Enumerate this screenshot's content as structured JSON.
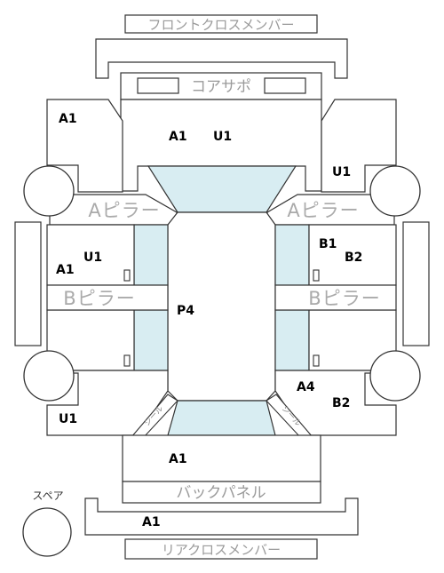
{
  "parts": {
    "front_cross_member": "フロントクロスメンバー",
    "core_support": "コアサポ",
    "a_pillar_left": "Aピラー",
    "a_pillar_right": "Aピラー",
    "b_pillar_left": "Bピラー",
    "b_pillar_right": "Bピラー",
    "back_panel": "バックパネル",
    "rear_cross_member": "リアクロスメンバー",
    "spare": "スペア",
    "seal_left": "シール",
    "seal_right": "シール"
  },
  "codes": {
    "front_left_fender": "A1",
    "core_center_1": "A1",
    "core_center_2": "U1",
    "front_right_fender": "U1",
    "front_left_door_1": "U1",
    "front_left_door_2": "A1",
    "front_right_door_1": "B1",
    "front_right_door_2": "B2",
    "roof": "P4",
    "rear_right_door": "A4",
    "rear_right_quarter": "B2",
    "rear_left_quarter": "U1",
    "trunk": "A1",
    "rear_cross_member": "A1"
  },
  "colors": {
    "line": "#333333",
    "glass": "#d8edf2",
    "label_box": "#ffffff"
  }
}
